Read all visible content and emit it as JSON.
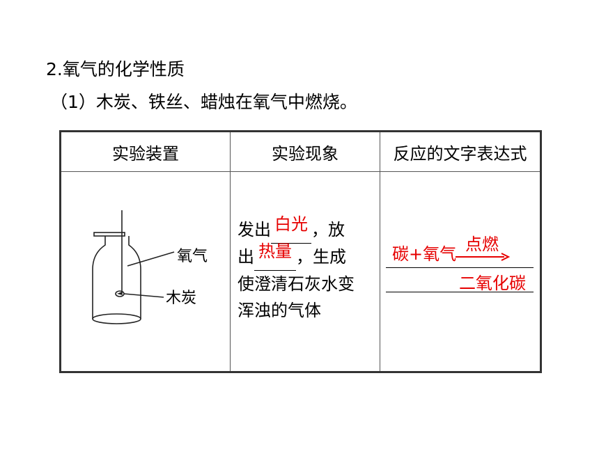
{
  "headings": {
    "section": "2.氧气的化学性质",
    "sub": "（1）木炭、铁丝、蜡烛在氧气中燃烧。"
  },
  "table": {
    "headers": [
      "实验装置",
      "实验现象",
      "反应的文字表达式"
    ],
    "apparatus": {
      "label_gas": "氧气",
      "label_solid": "木炭"
    },
    "observation": {
      "l1_pre": "发出",
      "blank1": "白光",
      "l1_post": "，放",
      "l2_pre": "出",
      "blank2": "热量",
      "l2_post": "，生成",
      "l3": "使澄清石灰水变",
      "l4": "浑浊的气体"
    },
    "equation": {
      "reactants": "碳+氧气",
      "condition": "点燃",
      "product": "二氧化碳"
    }
  },
  "colors": {
    "answer": "#e60000",
    "border": "#333333"
  }
}
